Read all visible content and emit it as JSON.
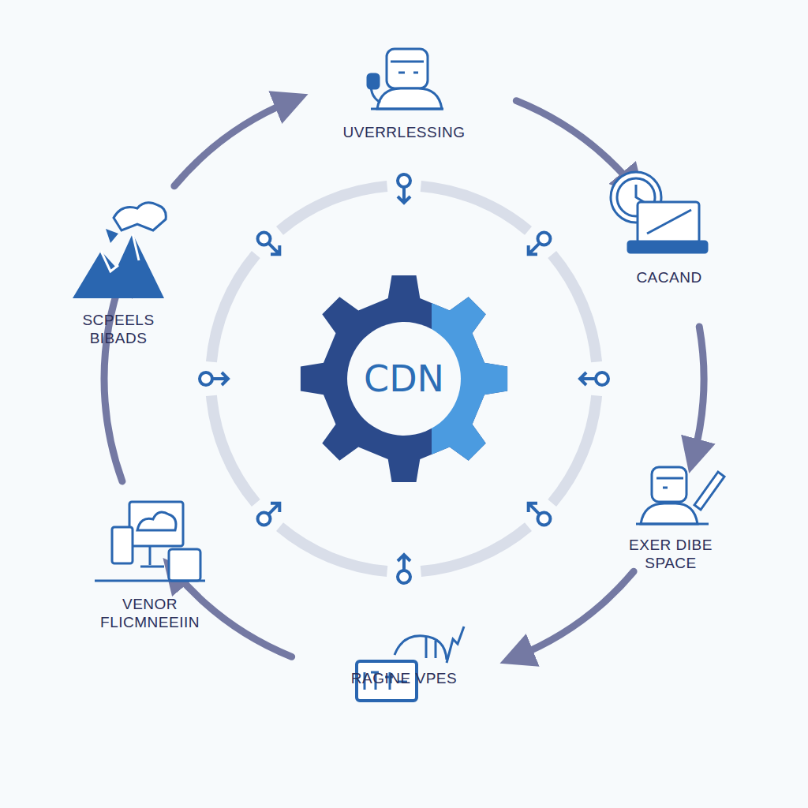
{
  "diagram": {
    "nodes": [
      {
        "text": [
          "CDN"
        ]
      }
    ],
    "labels": [
      "UVERRLESSING",
      "CACAND",
      "EXER DIBE SPACE",
      "RAGINE VPES",
      "VENOR FLICMNEEIIN",
      "SCPEELS BIBADS"
    ]
  }
}
